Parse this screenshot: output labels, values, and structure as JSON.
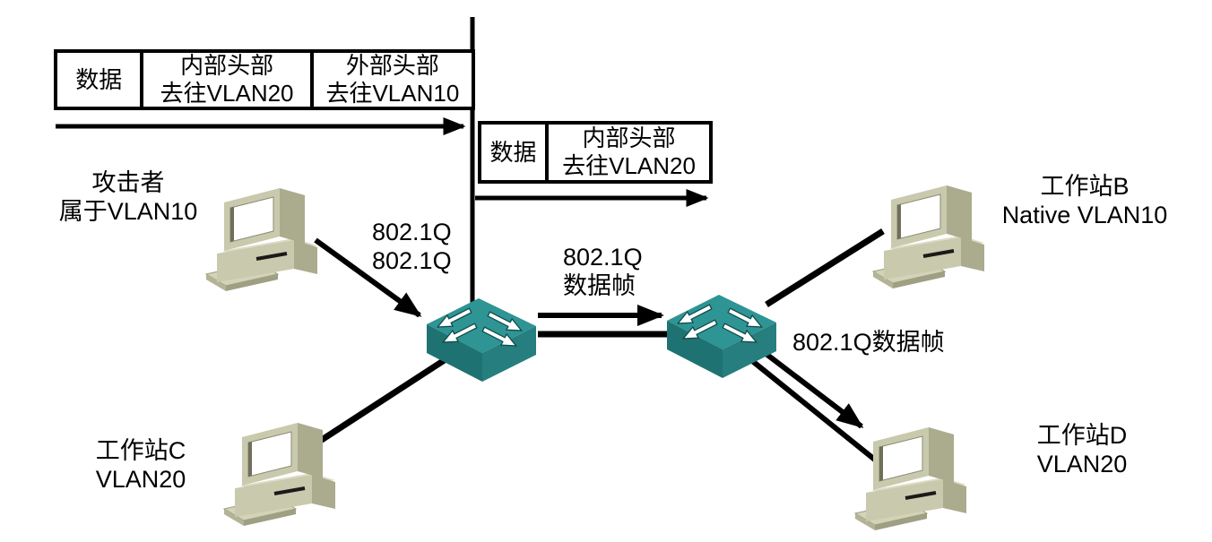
{
  "diagram_title": "VLAN double-tagging attack topology",
  "colors": {
    "background": "#ffffff",
    "line": "#000000",
    "switch_top": "#2E9494",
    "switch_front_left": "#1F7272",
    "switch_front_right": "#267E7E",
    "switch_arrow": "#ffffff",
    "pc_front": "#C9C9AE",
    "pc_top": "#E0E0CC",
    "pc_side": "#ABAB8E",
    "pc_screen": "#ffffff"
  },
  "frames": {
    "double_tagged": {
      "cells": [
        "数据",
        "内部头部\n去往VLAN20",
        "外部头部\n去往VLAN10"
      ]
    },
    "single_tagged": {
      "cells": [
        "数据",
        "内部头部\n去往VLAN20"
      ]
    }
  },
  "labels": {
    "attacker": "攻击者\n属于VLAN10",
    "double_tag": "802.1Q\n802.1Q",
    "trunk_frame": "802.1Q\n数据帧",
    "right_frame": "802.1Q数据帧",
    "workstation_b": "工作站B\nNative VLAN10",
    "workstation_c": "工作站C\nVLAN20",
    "workstation_d": "工作站D\nVLAN20"
  },
  "nodes": {
    "attacker_pc": "attacker workstation (VLAN10)",
    "switch_1": "switch 1",
    "switch_2": "switch 2",
    "workstation_b": "workstation B (Native VLAN10)",
    "workstation_c": "workstation C (VLAN20)",
    "workstation_d": "workstation D (VLAN20)"
  }
}
